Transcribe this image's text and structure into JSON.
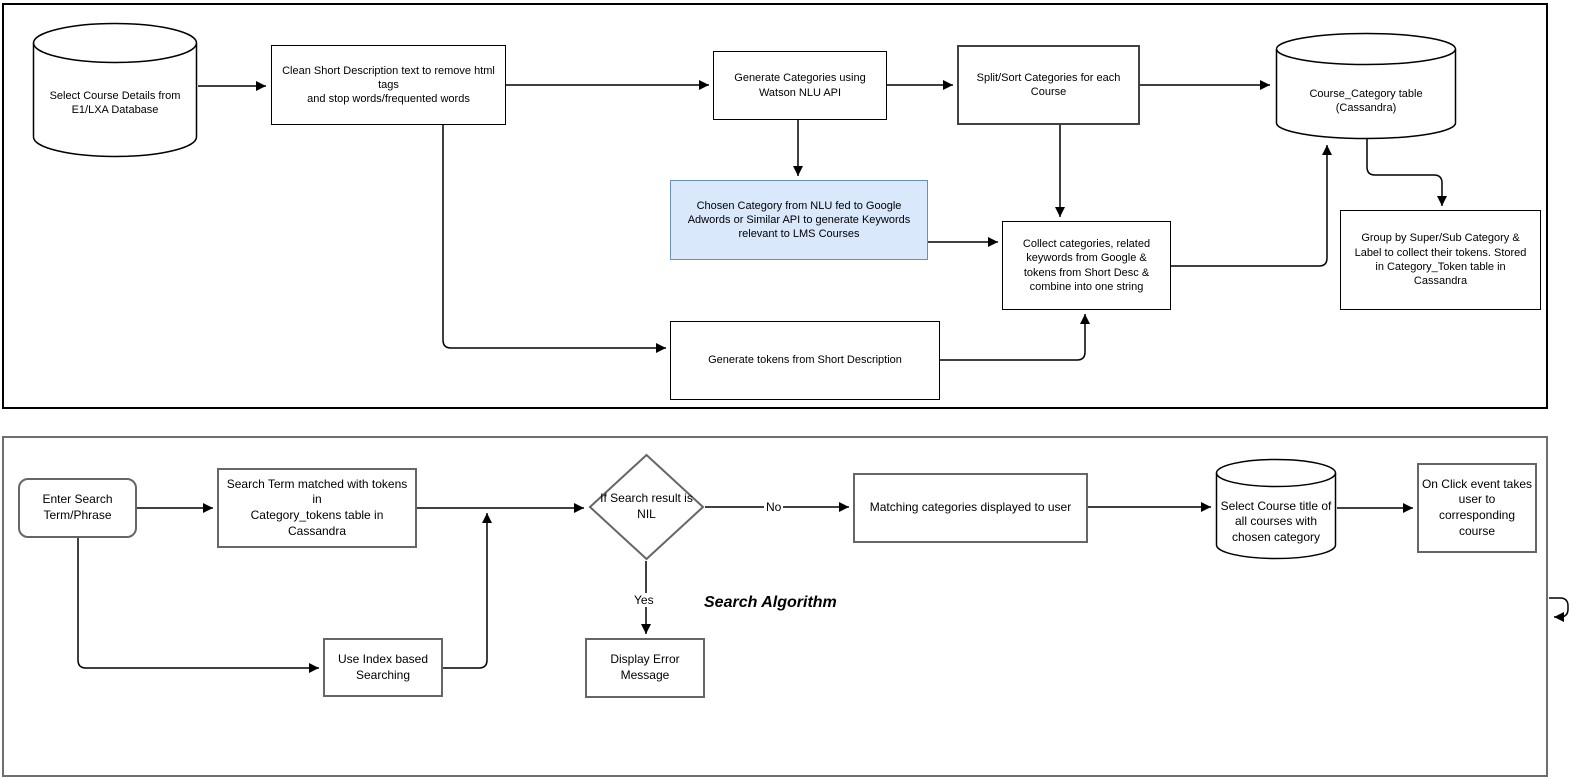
{
  "pipeline": {
    "nodes": {
      "source_db": "Select Course Details from\nE1/LXA Database",
      "clean_desc": "Clean Short Description text to remove html tags\nand stop words/frequented words",
      "watson_nlu": "Generate Categories using\nWatson NLU API",
      "split_sort": "Split/Sort Categories for each\nCourse",
      "course_category_table": "Course_Category table\n(Cassandra)",
      "adwords_keywords": "Chosen Category from NLU fed to Google\nAdwords or Similar API to generate Keywords\nrelevant to LMS Courses",
      "collect_combine": "Collect categories, related\nkeywords from Google &\ntokens from Short Desc &\ncombine into one string",
      "group_store": "Group by Super/Sub Category &\nLabel to collect their tokens. Stored\nin Category_Token table in\nCassandra",
      "generate_tokens": "Generate tokens from Short Description"
    }
  },
  "search": {
    "title": "Search Algorithm",
    "nodes": {
      "enter_term": "Enter Search\nTerm/Phrase",
      "match_tokens": "Search Term matched with tokens in\nCategory_tokens table in Cassandra",
      "nil_check": "If Search result is\nNIL",
      "show_categories": "Matching categories displayed to user",
      "select_titles_db": "Select Course title of\nall courses with\nchosen category",
      "on_click": "On Click event takes\nuser to\ncorresponding course",
      "index_search": "Use Index based\nSearching",
      "display_error": "Display Error\nMessage"
    },
    "edge_labels": {
      "no": "No",
      "yes": "Yes"
    }
  },
  "colors": {
    "highlight_fill": "#dae8fc",
    "highlight_border": "#6c8ebf",
    "gray_border": "#666666",
    "line": "#000000"
  }
}
